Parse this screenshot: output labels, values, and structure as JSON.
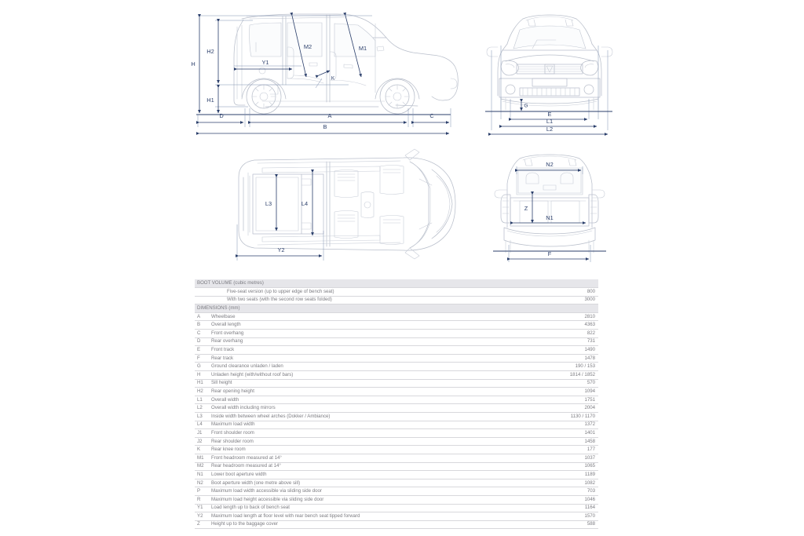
{
  "document": {
    "title": "Vehicle Dimensions and Boot Volume Specification"
  },
  "drawings": {
    "side_view": {
      "name": "side-view",
      "labels": [
        "H",
        "H2",
        "H1",
        "Y1",
        "M2",
        "M1",
        "K",
        "D",
        "A",
        "C",
        "B"
      ]
    },
    "front_view": {
      "name": "front-view",
      "labels": [
        "G",
        "E",
        "L1",
        "L2"
      ]
    },
    "plan_view": {
      "name": "plan-view",
      "labels": [
        "L3",
        "L4",
        "Y2"
      ]
    },
    "rear_view": {
      "name": "rear-view",
      "labels": [
        "N2",
        "Z",
        "N1",
        "F"
      ]
    },
    "label_text": {
      "H": "H",
      "H1": "H1",
      "H2": "H2",
      "Y1": "Y1",
      "Y2": "Y2",
      "M1": "M1",
      "M2": "M2",
      "K": "K",
      "A": "A",
      "B": "B",
      "C": "C",
      "D": "D",
      "E": "E",
      "F": "F",
      "G": "G",
      "L1": "L1",
      "L2": "L2",
      "L3": "L3",
      "L4": "L4",
      "N1": "N1",
      "N2": "N2",
      "Z": "Z"
    }
  },
  "table": {
    "sections": [
      {
        "title": "BOOT VOLUME (cubic metres)",
        "indented": true,
        "rows": [
          {
            "code": "",
            "label": "Five-seat version (up to upper edge of bench seat)",
            "value": "800"
          },
          {
            "code": "",
            "label": "With two seats (with the second row seats folded)",
            "value": "3000"
          }
        ]
      },
      {
        "title": "DIMENSIONS (mm)",
        "indented": false,
        "rows": [
          {
            "code": "A",
            "label": "Wheelbase",
            "value": "2810"
          },
          {
            "code": "B",
            "label": "Overall length",
            "value": "4363"
          },
          {
            "code": "C",
            "label": "Front overhang",
            "value": "822"
          },
          {
            "code": "D",
            "label": "Rear overhang",
            "value": "731"
          },
          {
            "code": "E",
            "label": "Front track",
            "value": "1490"
          },
          {
            "code": "F",
            "label": "Rear track",
            "value": "1478"
          },
          {
            "code": "G",
            "label": "Ground clearance unladen / laden",
            "value": "190 / 153"
          },
          {
            "code": "H",
            "label": "Unladen height (with/without roof bars)",
            "value": "1814 / 1852"
          },
          {
            "code": "H1",
            "label": "Sill height",
            "value": "570"
          },
          {
            "code": "H2",
            "label": "Rear opening height",
            "value": "1094"
          },
          {
            "code": "L1",
            "label": "Overall width",
            "value": "1751"
          },
          {
            "code": "L2",
            "label": "Overall width including mirrors",
            "value": "2004"
          },
          {
            "code": "L3",
            "label": "Inside width between wheel arches (Dokker / Ambiance)",
            "value": "1130 / 1170"
          },
          {
            "code": "L4",
            "label": "Maximum load width",
            "value": "1372"
          },
          {
            "code": "J1",
            "label": "Front shoulder room",
            "value": "1401"
          },
          {
            "code": "J2",
            "label": "Rear shoulder room",
            "value": "1458"
          },
          {
            "code": "K",
            "label": "Rear knee room",
            "value": "177"
          },
          {
            "code": "M1",
            "label": "Front headroom measured at 14°",
            "value": "1037"
          },
          {
            "code": "M2",
            "label": "Rear headroom measured at 14°",
            "value": "1065"
          },
          {
            "code": "N1",
            "label": "Lower boot aperture width",
            "value": "1189"
          },
          {
            "code": "N2",
            "label": "Boot aperture width (one metre above sill)",
            "value": "1082"
          },
          {
            "code": "P",
            "label": "Maximum load width accessible via sliding side door",
            "value": "703"
          },
          {
            "code": "R",
            "label": "Maximum load height accessible via sliding side door",
            "value": "1046"
          },
          {
            "code": "Y1",
            "label": "Load length up to back of bench seat",
            "value": "1164"
          },
          {
            "code": "Y2",
            "label": "Maximum load length at floor level with rear bench seat tipped forward",
            "value": "1570"
          },
          {
            "code": "Z",
            "label": "Height up to the baggage cover",
            "value": "588"
          }
        ]
      }
    ]
  },
  "colors": {
    "dimension_line": "#2b3f6b",
    "vehicle_outline": "#b9bfcb",
    "section_header_bg": "#e6e6ea",
    "text": "#7c7c82",
    "row_separator": "#d8d8dc"
  }
}
